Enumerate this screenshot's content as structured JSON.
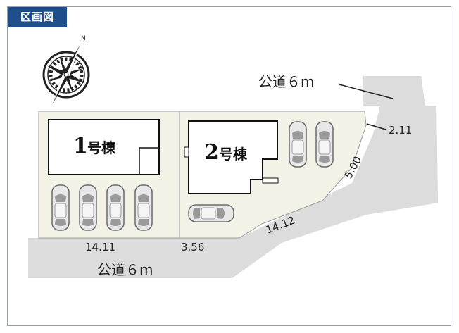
{
  "header": {
    "title": "区画図"
  },
  "roads": {
    "north": "公道６m",
    "south": "公道６m"
  },
  "buildings": [
    {
      "num": "1",
      "suffix": "号棟"
    },
    {
      "num": "2",
      "suffix": "号棟"
    }
  ],
  "dimensions": {
    "bottom_left": "14.11",
    "bottom_mid": "3.56",
    "diagonal_lower": "14.12",
    "diagonal_upper": "5.00",
    "corner_top": "2.11"
  },
  "colors": {
    "header_bg": "#1f4e8c",
    "road": "#dcdcdc",
    "lot": "#f2f2e6",
    "building_outline": "#111111"
  },
  "icons": {
    "compass": "compass-rose-icon",
    "car": "car-top-view-icon"
  }
}
